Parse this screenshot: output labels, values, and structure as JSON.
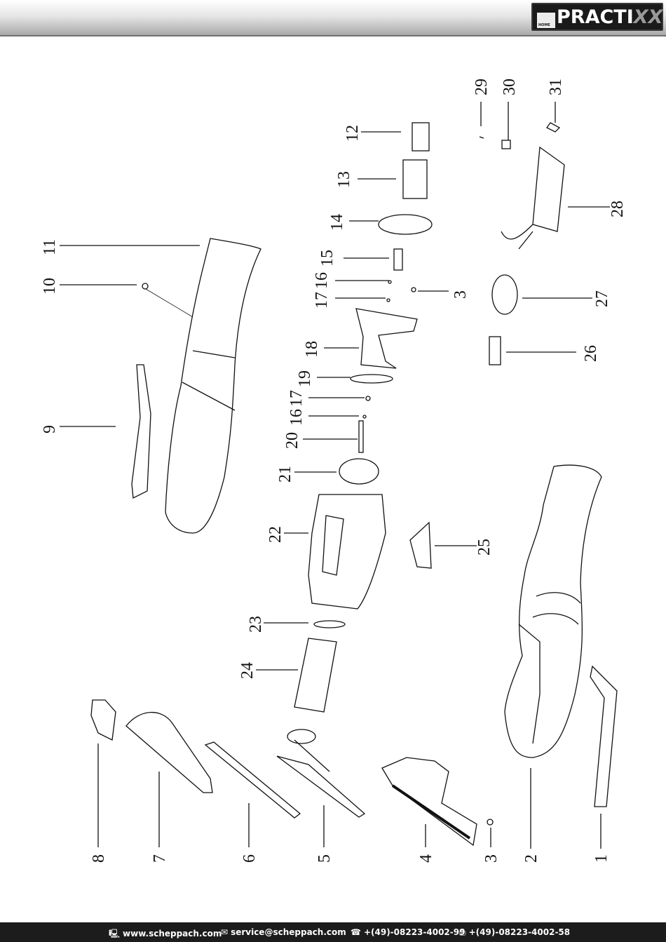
{
  "header": {
    "logo_small": "HOME",
    "logo_main": "PRACTI",
    "logo_xx": "XX"
  },
  "diagram": {
    "labels": [
      "1",
      "2",
      "3",
      "4",
      "5",
      "6",
      "7",
      "8",
      "9",
      "10",
      "11",
      "12",
      "13",
      "14",
      "15",
      "16",
      "17",
      "18",
      "19",
      "16",
      "17",
      "20",
      "21",
      "22",
      "23",
      "24",
      "25",
      "26",
      "27",
      "28",
      "29",
      "30",
      "31",
      "3"
    ]
  },
  "footer": {
    "website": "www.scheppach.com",
    "email": "service@scheppach.com",
    "phone": "+(49)-08223-4002-99",
    "fax": "+(49)-08223-4002-58",
    "icons": [
      "computer-icon",
      "mail-icon",
      "phone-icon",
      "fax-icon"
    ]
  }
}
